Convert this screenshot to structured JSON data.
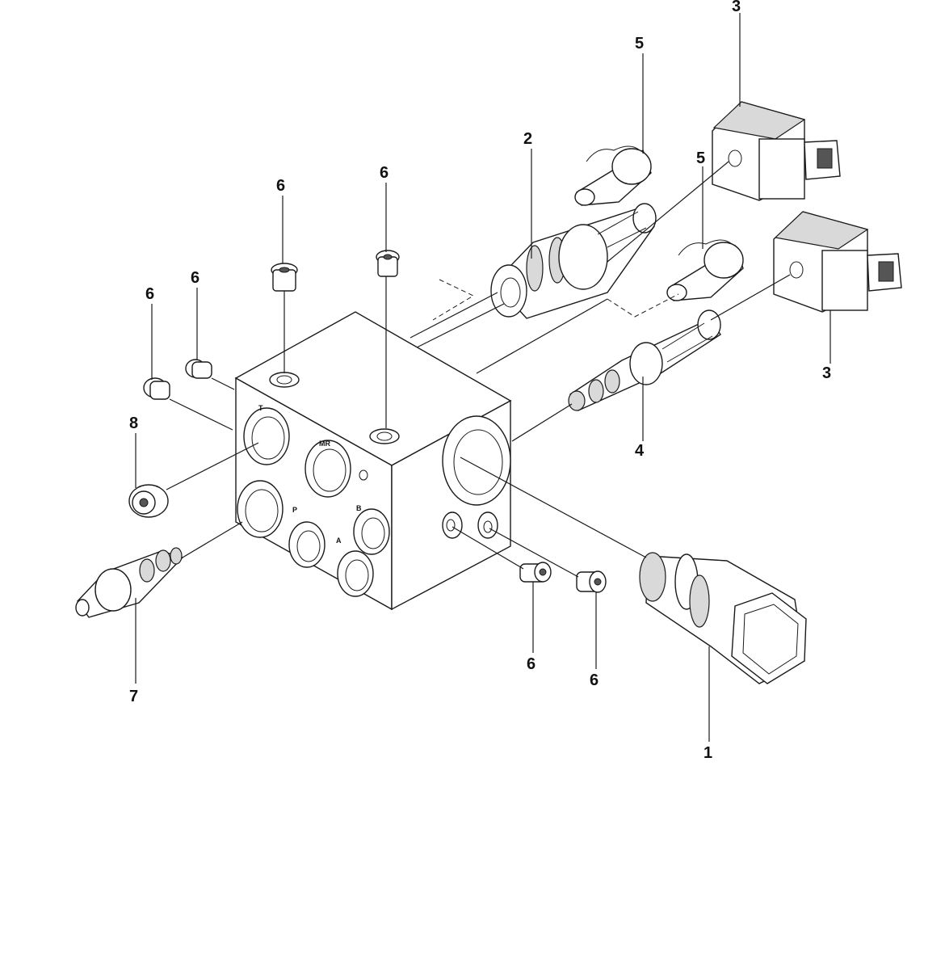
{
  "callouts": {
    "c1": "1",
    "c2": "2",
    "c3a": "3",
    "c3b": "3",
    "c4": "4",
    "c5a": "5",
    "c5b": "5",
    "c6a": "6",
    "c6b": "6",
    "c6c": "6",
    "c6d": "6",
    "c6e": "6",
    "c6f": "6",
    "c7": "7",
    "c8": "8"
  },
  "ports": {
    "t": "T",
    "mr": "MR",
    "p": "P",
    "b": "B",
    "a": "A"
  }
}
